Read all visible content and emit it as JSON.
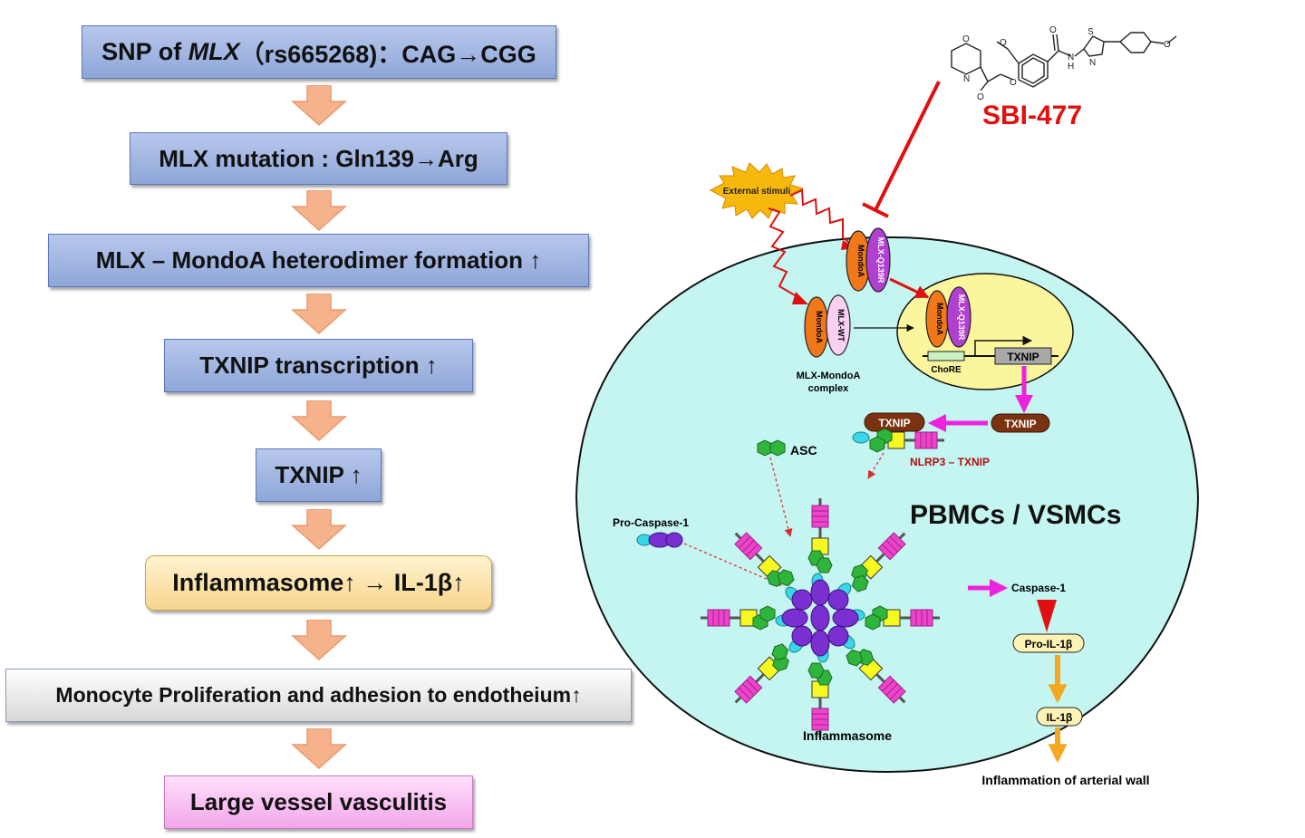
{
  "flowchart": {
    "steps": [
      {
        "id": "snp",
        "prefix": "SNP of ",
        "italic": "MLX",
        "suffix": "（rs665268)：CAG→CGG"
      },
      {
        "id": "mutation",
        "text": "MLX mutation : Gln139→Arg"
      },
      {
        "id": "heterodimer",
        "text": "MLX – MondoA heterodimer formation ↑"
      },
      {
        "id": "transcription",
        "text": "TXNIP transcription ↑"
      },
      {
        "id": "txnip",
        "text": "TXNIP ↑"
      },
      {
        "id": "inflammasome",
        "text": "Inflammasome↑ → IL-1β↑"
      },
      {
        "id": "monocyte",
        "text": "Monocyte Proliferation and adhesion to endotheium↑"
      },
      {
        "id": "lvv",
        "text": "Large vessel vasculitis"
      }
    ]
  },
  "diagram": {
    "drug_name": "SBI-477",
    "external_stimuli": "External stimuli",
    "mondoa": "MondoA",
    "mlx_q139r": "MLX-Q139R",
    "mlx_wt": "MLX-WT",
    "complex_line1": "MLX-MondoA",
    "complex_line2": "complex",
    "chore": "ChoRE",
    "txnip_gene": "TXNIP",
    "txnip_protein": "TXNIP",
    "txnip_bound": "TXNIP",
    "nlrp3_txnip": "NLRP3 – TXNIP",
    "asc": "ASC",
    "pro_caspase": "Pro-Caspase-1",
    "cell_types": "PBMCs / VSMCs",
    "caspase1": "Caspase-1",
    "pro_il1b": "Pro-IL-1β",
    "il1b": "IL-1β",
    "inflammasome": "Inflammasome",
    "outcome": "Inflammation of arterial wall",
    "molecule_atoms": {
      "o1": "O",
      "n1": "N",
      "o2": "O",
      "o3": "O",
      "o4": "O",
      "o5": "O",
      "h": "H",
      "n2": "N",
      "s": "S",
      "n3": "N",
      "o6": "O"
    }
  },
  "colors": {
    "flow_blue": "#9eb3e2",
    "flow_yellow": "#f9dea0",
    "flow_pink": "#f5b8ef",
    "cell_fill": "#c5f5f0",
    "nucleus_fill": "#fbf59e",
    "drug_red": "#e01010",
    "mondoa_orange": "#f07818",
    "mlx_purple": "#b040d0",
    "txnip_brown": "#7a3210",
    "magenta": "#ee22dd",
    "il_arrow": "#f4a820"
  }
}
